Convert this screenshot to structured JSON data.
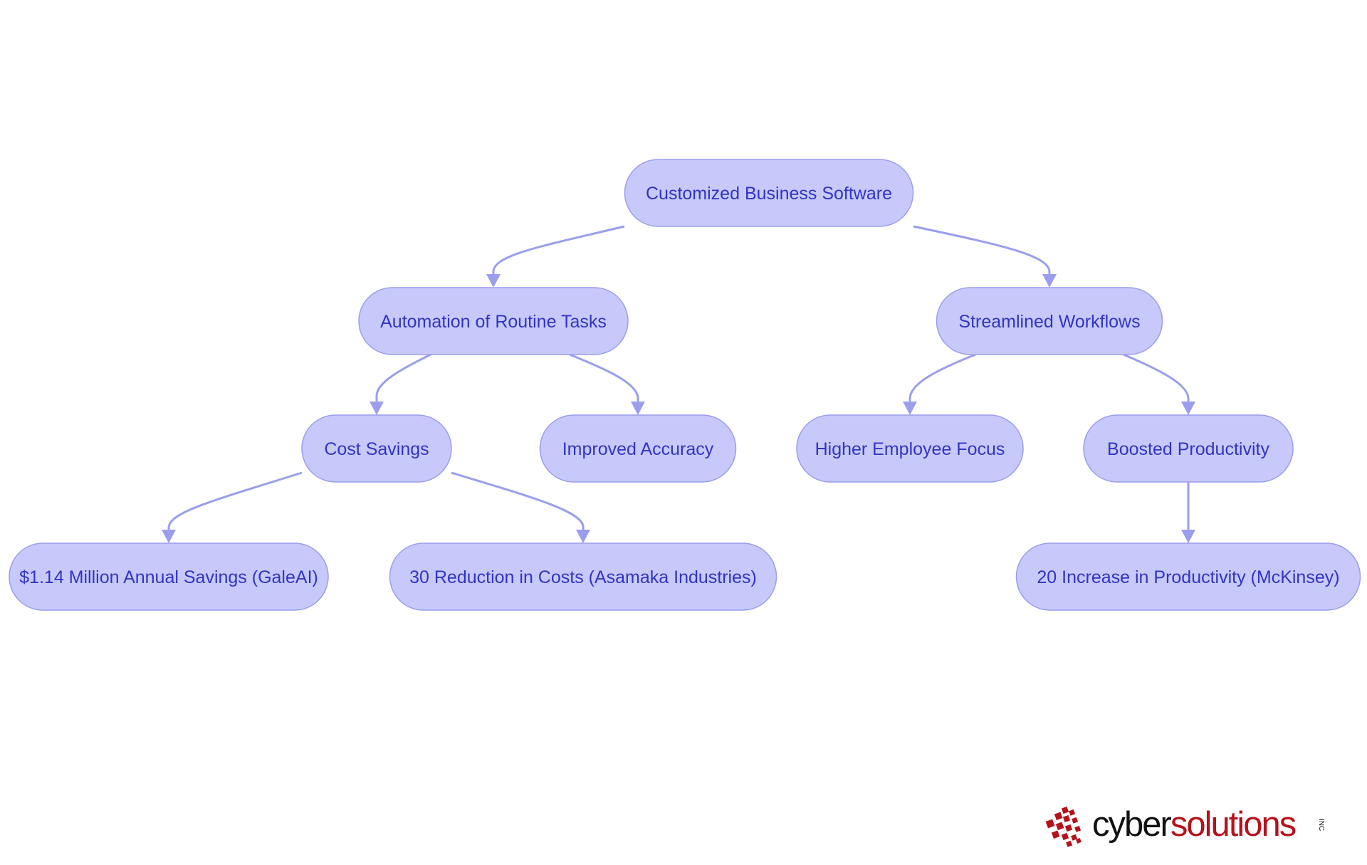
{
  "diagram": {
    "nodes": [
      {
        "id": "root",
        "label": "Customized Business Software"
      },
      {
        "id": "automation",
        "label": "Automation of Routine Tasks"
      },
      {
        "id": "workflows",
        "label": "Streamlined Workflows"
      },
      {
        "id": "cost",
        "label": "Cost Savings"
      },
      {
        "id": "accuracy",
        "label": "Improved Accuracy"
      },
      {
        "id": "focus",
        "label": "Higher Employee Focus"
      },
      {
        "id": "productivity",
        "label": "Boosted Productivity"
      },
      {
        "id": "galeai",
        "label": "$1.14 Million Annual Savings (GaleAI)"
      },
      {
        "id": "asamaka",
        "label": "30 Reduction in Costs (Asamaka Industries)"
      },
      {
        "id": "mckinsey",
        "label": "20 Increase in Productivity (McKinsey)"
      }
    ],
    "edges": [
      {
        "from": "root",
        "to": "automation"
      },
      {
        "from": "root",
        "to": "workflows"
      },
      {
        "from": "automation",
        "to": "cost"
      },
      {
        "from": "automation",
        "to": "accuracy"
      },
      {
        "from": "workflows",
        "to": "focus"
      },
      {
        "from": "workflows",
        "to": "productivity"
      },
      {
        "from": "cost",
        "to": "galeai"
      },
      {
        "from": "cost",
        "to": "asamaka"
      },
      {
        "from": "productivity",
        "to": "mckinsey"
      }
    ]
  },
  "logo": {
    "part1": "cyber",
    "part2": "solutions",
    "suffix": "INC"
  },
  "colors": {
    "node_fill": "#c8c9fb",
    "node_stroke": "#9b9eec",
    "node_text": "#3134c2",
    "edge": "#9b9eec",
    "logo_red": "#b5121b",
    "logo_dark": "#111111"
  }
}
